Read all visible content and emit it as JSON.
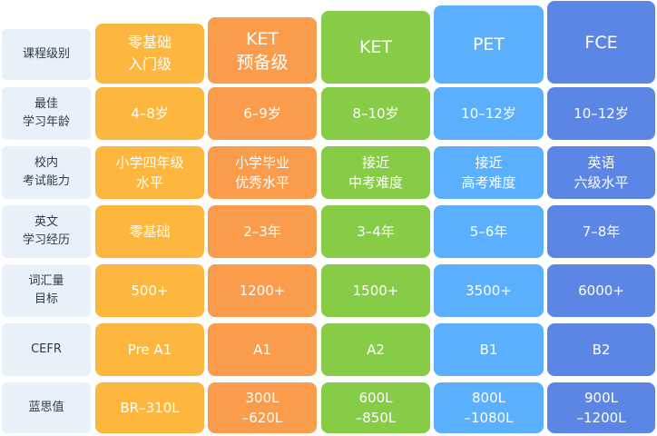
{
  "colors": {
    "row_header_bg": "#e8f0fa",
    "row_header_text": "#2f3a48",
    "col0": "#fdb63e",
    "col1": "#fb9c4c",
    "col2": "#87cc46",
    "col3": "#5aafff",
    "col4": "#5c86e6"
  },
  "table": {
    "row_headers": [
      "课程级别",
      "最佳\n学习年龄",
      "校内\n考试能力",
      "英文\n学习经历",
      "词汇量\n目标",
      "CEFR",
      "蓝思值"
    ],
    "columns": [
      {
        "header": "零基础\n入门级",
        "cells": [
          "4–8岁",
          "小学四年级\n水平",
          "零基础",
          "500+",
          "Pre A1",
          "BR–310L"
        ]
      },
      {
        "header": "KET\n预备级",
        "cells": [
          "6–9岁",
          "小学毕业\n优秀水平",
          "2–3年",
          "1200+",
          "A1",
          "300L\n–620L"
        ]
      },
      {
        "header": "KET",
        "cells": [
          "8–10岁",
          "接近\n中考难度",
          "3–4年",
          "1500+",
          "A2",
          "600L\n–850L"
        ]
      },
      {
        "header": "PET",
        "cells": [
          "10–12岁",
          "接近\n高考难度",
          "5–6年",
          "3500+",
          "B1",
          "800L\n–1080L"
        ]
      },
      {
        "header": "FCE",
        "cells": [
          "10–12岁",
          "英语\n六级水平",
          "7–8年",
          "6000+",
          "B2",
          "900L\n–1200L"
        ]
      }
    ]
  }
}
